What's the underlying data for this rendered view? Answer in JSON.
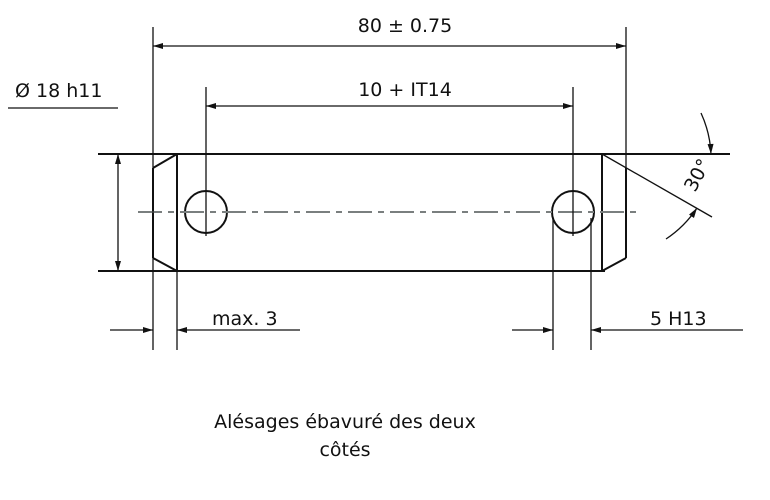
{
  "dimensions": {
    "overall_length": "80 ± 0.75",
    "hole_spacing": "10 + IT14",
    "diameter": "Ø 18 h11",
    "chamfer": "max. 3",
    "hole_size": "5 H13",
    "angle": "30°"
  },
  "note": {
    "line1": "Alésages ébavuré des deux",
    "line2": "côtés"
  },
  "colors": {
    "line": "#111111",
    "centerline": "#7a7f7f"
  }
}
